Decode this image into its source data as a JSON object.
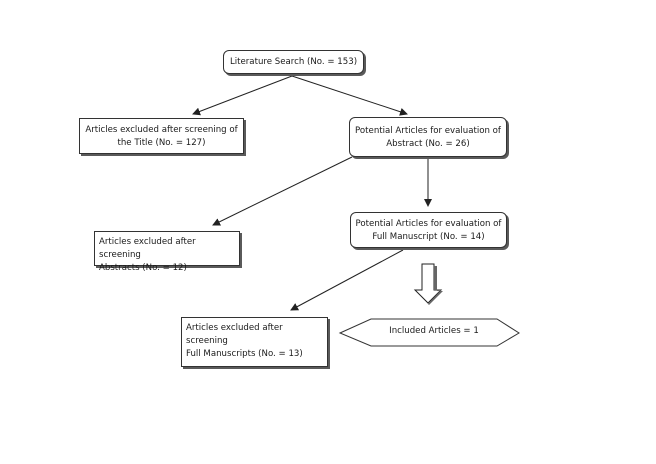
{
  "nodes": {
    "literature_search": {
      "label": "Literature Search (No. = 153)"
    },
    "excluded_title": {
      "line1": "Articles excluded after screening of",
      "line2": "the Title (No. = 127)"
    },
    "potential_abstract": {
      "line1": "Potential Articles for evaluation of",
      "line2": "Abstract (No. = 26)"
    },
    "excluded_abstracts": {
      "line1": "Articles excluded after screening",
      "line2": "Abstracts (No. = 12)"
    },
    "potential_full": {
      "line1": "Potential Articles for evaluation of",
      "line2": "Full Manuscript (No. = 14)"
    },
    "excluded_full": {
      "line1": "Articles excluded after screening",
      "line2": "Full Manuscripts (No. = 13)"
    },
    "included": {
      "label": "Included Articles = 1"
    }
  }
}
